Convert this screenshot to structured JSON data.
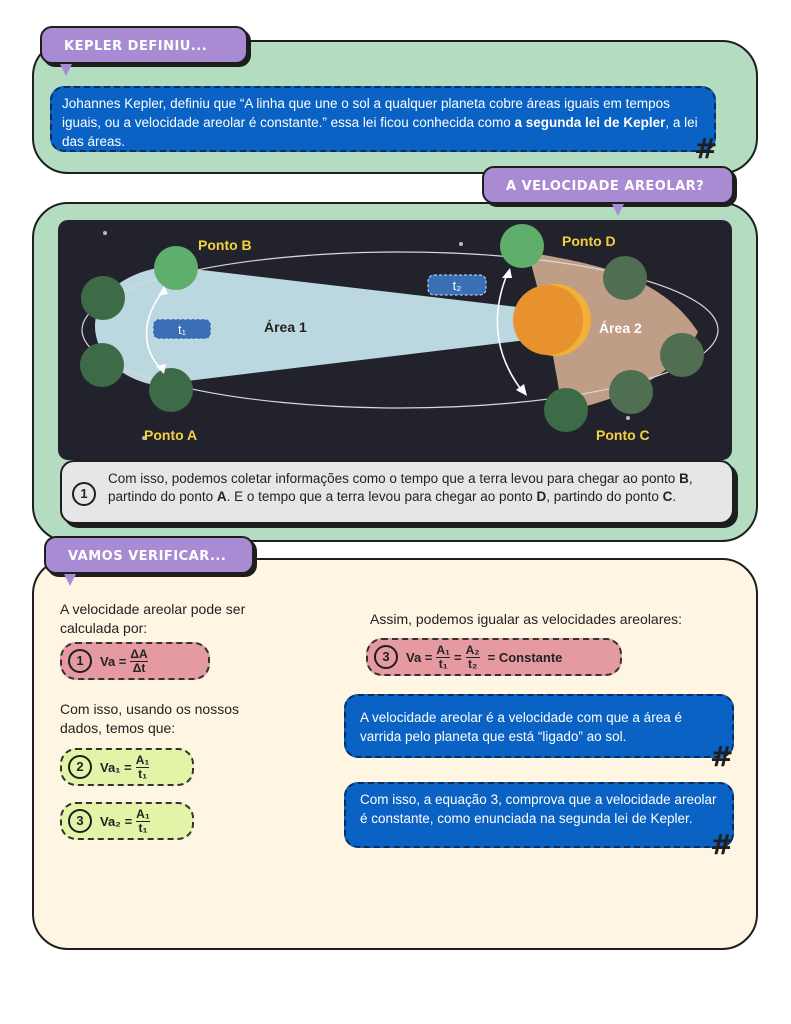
{
  "section1": {
    "tag": "KEPLER DEFINIU...",
    "text_before": "Johannes Kepler, definiu que “A linha que une o sol a qualquer planeta cobre áreas iguais em tempos iguais, ou a velocidade areolar é constante.” essa lei ficou conhecida como ",
    "text_bold": "a segunda lei de Kepler",
    "text_after": ", a lei das áreas."
  },
  "section2": {
    "tag": "A VELOCIDADE AREOLAR?",
    "labels": {
      "ponto_a": "Ponto A",
      "ponto_b": "Ponto B",
      "ponto_c": "Ponto C",
      "ponto_d": "Ponto D",
      "area1": "Área 1",
      "area2": "Área 2",
      "t1": "t₁",
      "t2": "t₂"
    },
    "note": {
      "number": "1",
      "p1": "Com isso, podemos coletar informações como o tempo que a terra levou para chegar ao ponto ",
      "b1": "B",
      "p2": ", partindo do ponto ",
      "b2": "A",
      "p3": ". E o tempo que a terra levou para chegar ao ponto ",
      "b3": "D",
      "p4": ", partindo do ponto ",
      "b4": "C",
      "p5": "."
    }
  },
  "section3": {
    "tag": "VAMOS VERIFICAR...",
    "intro": "A velocidade areolar pode ser calculada por:",
    "eq1": {
      "number": "1",
      "lhs": "Va =",
      "num": "ΔA",
      "den": "Δt"
    },
    "with_data": "Com isso, usando os nossos dados, temos que:",
    "eq2": {
      "number": "2",
      "lhs": "Va₁ =",
      "num": "A₁",
      "den": "t₁"
    },
    "eq3": {
      "number": "3",
      "lhs": "Va₂ =",
      "num": "A₁",
      "den": "t₁"
    },
    "equalize": "Assim, podemos igualar as velocidades areolares:",
    "eq4": {
      "number": "3",
      "lhs": "Va =",
      "num1": "A₁",
      "den1": "t₁",
      "eq": "=",
      "num2": "A₂",
      "den2": "t₂",
      "rhs": "= Constante"
    },
    "info1": "A velocidade areolar é a velocidade com que a área é varrida pelo planeta que está “ligado” ao sol.",
    "info2": "Com isso, a equação 3, comprova que a velocidade areolar é constante, como enunciada na segunda lei de Kepler.",
    "hash": "#"
  },
  "colors": {
    "green_panel": "#b3dcc1",
    "cream_panel": "#fff5e3",
    "purple_tag": "#a98bd4",
    "blue_box": "#0a63c4",
    "space_bg": "#22222d",
    "planet": "#5fae6b",
    "sun": "#e8922e",
    "pink": "#e59aa2",
    "lime": "#e3f4a8"
  }
}
